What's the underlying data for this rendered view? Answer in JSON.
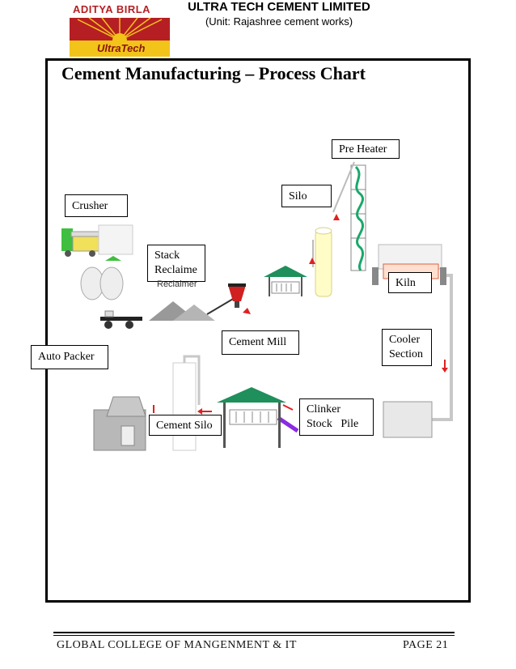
{
  "header": {
    "logo_top": "ADITYA BIRLA",
    "logo_bottom": "UltraTech",
    "company": "ULTRA TECH CEMENT LIMITED",
    "unit": "(Unit: Rajashree cement works)"
  },
  "diagram": {
    "title": "Cement Manufacturing – Process Chart",
    "labels": {
      "crusher": "Crusher",
      "stack_1": "Stack",
      "stack_2": "Reclaime",
      "reclaimer_note": "Reclaimer",
      "silo": "Silo",
      "pre_heater": "Pre Heater",
      "kiln": "Kiln",
      "cement_mill": "Cement Mill",
      "cooler_1": "Cooler",
      "cooler_2": "Section",
      "auto_packer": "Auto Packer",
      "clinker_1": "Clinker",
      "clinker_2": "Stock   Pile",
      "cement_silo": "Cement Silo"
    },
    "colors": {
      "arrow_red": "#e02020",
      "roof_green": "#1f8f5c",
      "conveyor_purple": "#8a2be2",
      "pipe_grey": "#c8c8c8",
      "preheater_green": "#19a86a",
      "silo_yellow": "#fffcc8",
      "crusher_green": "#3fbf3f"
    }
  },
  "footer": {
    "left": "GLOBAL COLLEGE OF MANGENMENT & IT",
    "right": "PAGE 21"
  }
}
